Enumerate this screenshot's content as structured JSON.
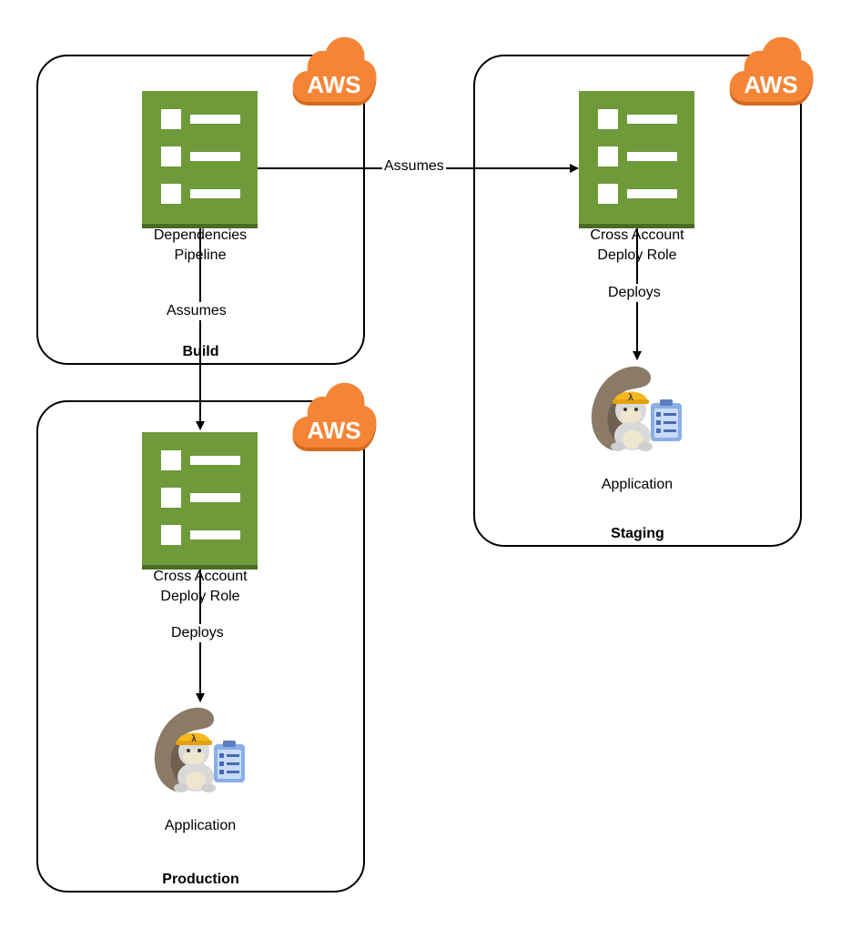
{
  "accounts": {
    "build": {
      "label": "Build"
    },
    "staging": {
      "label": "Staging"
    },
    "production": {
      "label": "Production"
    }
  },
  "aws_badge": {
    "text": "AWS",
    "color": "#f58536"
  },
  "nodes": {
    "pipeline": {
      "line1": "Dependencies",
      "line2": "Pipeline",
      "icon": "iam-role-icon"
    },
    "staging_role": {
      "line1": "Cross Account",
      "line2": "Deploy Role",
      "icon": "iam-role-icon"
    },
    "production_role": {
      "line1": "Cross Account",
      "line2": "Deploy Role",
      "icon": "iam-role-icon"
    },
    "staging_app": {
      "label": "Application",
      "icon": "serverless-squirrel-icon"
    },
    "production_app": {
      "label": "Application",
      "icon": "serverless-squirrel-icon"
    }
  },
  "edges": {
    "pipeline_to_staging": "Assumes",
    "pipeline_to_production": "Assumes",
    "staging_deploys": "Deploys",
    "production_deploys": "Deploys"
  },
  "colors": {
    "iam_green": "#6e9a3a",
    "iam_dark": "#4b6a24",
    "aws_orange": "#f58536"
  }
}
